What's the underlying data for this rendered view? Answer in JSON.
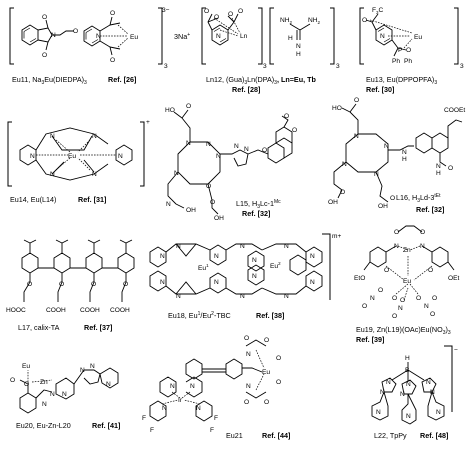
{
  "entries": [
    {
      "id": "eu11",
      "name_main": "Eu11, Na",
      "name_sub": "3",
      "name_rest": "Eu(DIEDPA)",
      "name_sub2": "3",
      "ref": "Ref. [26]",
      "atoms": [
        "O",
        "N",
        "O",
        "O",
        "N",
        "O",
        "O",
        "Eu"
      ],
      "extra": [
        "3Na",
        "+"
      ],
      "charge": "3−",
      "mult": "3"
    },
    {
      "id": "ln12",
      "name_main": "Ln12, (Gua)",
      "name_sub": "3",
      "name_rest": "Ln(DPA)",
      "name_sub2": "3",
      "name_tail": ", Ln=Eu, Tb",
      "ref": "Ref. [28]",
      "atoms": [
        "N",
        "O",
        "O",
        "O",
        "O",
        "Ln",
        "NH",
        "NH",
        "H",
        "N",
        "H",
        "2",
        "2"
      ],
      "mult": "3",
      "mult2": "3"
    },
    {
      "id": "eu13",
      "name_main": "Eu13, Eu(DPPOPFA)",
      "name_sub": "3",
      "ref": "Ref. [30]",
      "atoms": [
        "F",
        "C",
        "O",
        "N",
        "Eu",
        "P",
        "Ph",
        "Ph",
        "O",
        "3"
      ],
      "mult": "3"
    },
    {
      "id": "eu14",
      "name_main": "Eu14, Eu(L14)",
      "ref": "Ref. [31]",
      "atoms": [
        "N",
        "N",
        "N",
        "N",
        "N",
        "N",
        "Eu"
      ],
      "charge": "+"
    },
    {
      "id": "l15",
      "name_main": "L15, H",
      "name_sub": "3",
      "name_rest": "Lc-1",
      "name_sup": "Mc",
      "ref": "Ref. [32]",
      "atoms": [
        "HO",
        "O",
        "N",
        "N",
        "OH",
        "N",
        "O",
        "N",
        "N",
        "N",
        "N",
        "O",
        "O",
        "O",
        "O",
        "OH"
      ]
    },
    {
      "id": "l16",
      "name_main": "L16, H",
      "name_sub": "3",
      "name_rest": "Ld-3",
      "name_sup": "tEt",
      "ref": "Ref. [32]",
      "atoms": [
        "HO",
        "O",
        "N",
        "N",
        "N",
        "N",
        "O",
        "OH",
        "OH",
        "O",
        "N",
        "H",
        "N",
        "H",
        "O",
        "COOEt"
      ]
    },
    {
      "id": "l17",
      "name_main": "L17, calix-TA",
      "ref": "Ref. [37]",
      "atoms": [
        "HOOC",
        "COOH",
        "COOH",
        "COOH",
        "O",
        "O",
        "O",
        "O"
      ]
    },
    {
      "id": "eu18",
      "name_main": "Eu18, Eu",
      "name_sup": "1",
      "name_rest": "/Eu",
      "name_sup2": "2",
      "name_tail": "-TBC",
      "ref": "Ref. [38]",
      "atoms": [
        "N",
        "N",
        "N",
        "N",
        "N",
        "N",
        "N",
        "N",
        "N",
        "N",
        "N",
        "N",
        "N",
        "N",
        "Eu",
        "1",
        "Eu",
        "2"
      ],
      "charge": "m+"
    },
    {
      "id": "eu19",
      "name_main": "Eu19, Zn(L19)(OAc)Eu(NO",
      "name_sub": "3",
      "name_rest": ")",
      "name_sub2": "3",
      "ref": "Ref. [39]",
      "atoms": [
        "O",
        "O",
        "N",
        "Zn",
        "N",
        "O",
        "O",
        "Eu",
        "EtO",
        "OEt",
        "O",
        "N",
        "O",
        "O",
        "O",
        "N",
        "O",
        "O",
        "O",
        "N",
        "O"
      ]
    },
    {
      "id": "eu20",
      "name_main": "Eu20, Eu-Zn-L20",
      "ref": "Ref. [41]",
      "atoms": [
        "Eu",
        "O",
        "O",
        "Zn",
        "N",
        "N",
        "N",
        "N",
        "N",
        "N"
      ]
    },
    {
      "id": "eu21",
      "name_main": "Eu21",
      "ref": "Ref. [44]",
      "atoms": [
        "N",
        "N",
        "Ir",
        "N",
        "N",
        "F",
        "F",
        "F",
        "F",
        "N",
        "Eu",
        "N",
        "O",
        "O",
        "O",
        "O",
        "O",
        "O"
      ]
    },
    {
      "id": "l22",
      "name_main": "L22, TpPy",
      "ref": "Ref. [48]",
      "atoms": [
        "H",
        "B",
        "N",
        "N",
        "N",
        "N",
        "N",
        "N",
        "N",
        "N",
        "N"
      ],
      "charge": "−"
    }
  ]
}
